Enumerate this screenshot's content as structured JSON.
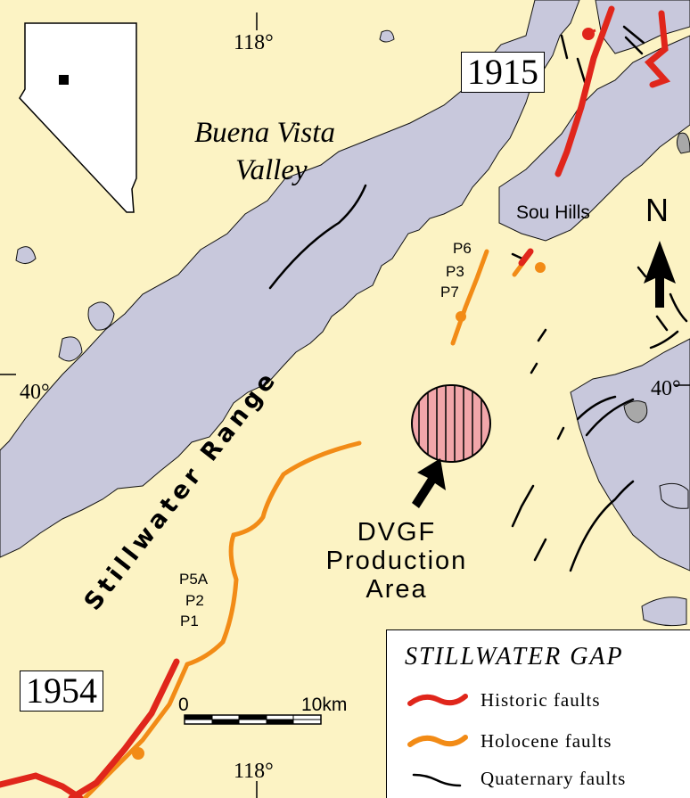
{
  "map": {
    "place_labels": {
      "valley_line1": "Buena Vista",
      "valley_line2": "Valley",
      "range": "Stillwater Range",
      "hills": "Sou Hills",
      "production_line1": "DVGF",
      "production_line2": "Production",
      "production_line3": "Area"
    },
    "coordinate_labels": {
      "lon_top": "118°",
      "lon_bottom": "118°",
      "lat_left": "40°",
      "lat_right": "40°"
    },
    "earthquake_years": [
      "1915",
      "1954"
    ],
    "site_labels": [
      "P6",
      "P3",
      "P7",
      "P5A",
      "P2",
      "P1"
    ],
    "north_arrow": "N",
    "scale_bar": {
      "start": "0",
      "end": "10km"
    },
    "legend": {
      "title": "STILLWATER GAP",
      "items": [
        {
          "label": "Historic faults",
          "color": "#e0261b"
        },
        {
          "label": "Holocene faults",
          "color": "#f28b16"
        },
        {
          "label": "Quaternary faults",
          "color": "#000000"
        }
      ]
    },
    "colors": {
      "basin": "#fcf3c4",
      "range": "#c8c8dc",
      "production_area": "#f2a6aa",
      "locator_marker": "#000000"
    },
    "icons": [
      "north-arrow-icon",
      "production-arrow-icon",
      "nevada-locator-icon",
      "fault-ball-icon"
    ]
  }
}
